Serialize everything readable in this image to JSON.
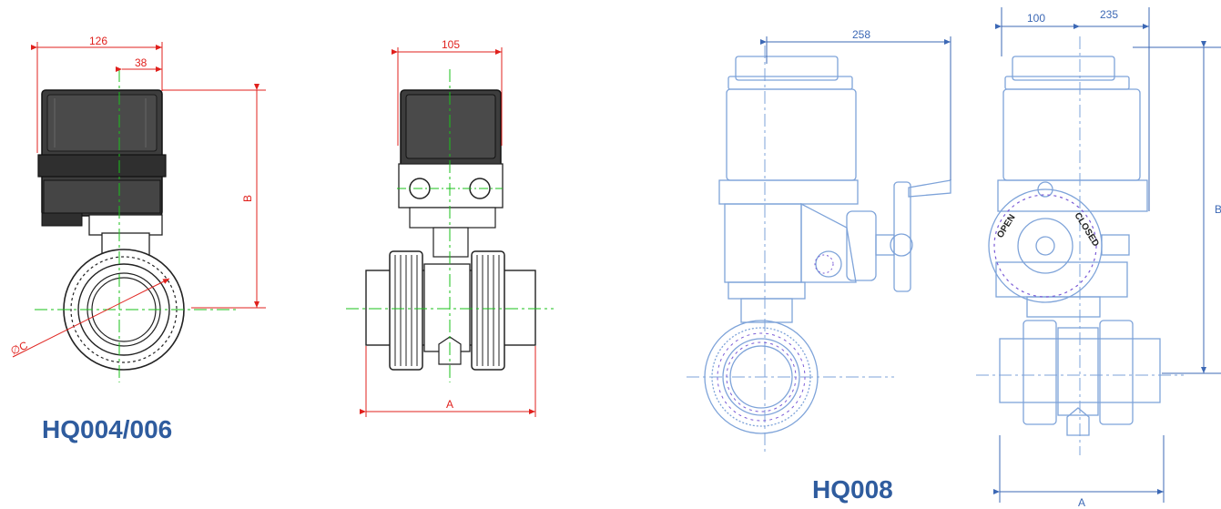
{
  "colors": {
    "dim_red": "#e0201c",
    "centerline_green": "#19c21a",
    "outline_dark": "#222222",
    "body_fill": "#3d3d3d",
    "drawing_blue": "#7ea3d9",
    "dim_blue": "#3c68b5",
    "marker_purple": "#7a5bd6",
    "title_blue": "#2f5c9e"
  },
  "left_model": {
    "title": "HQ004/006",
    "side_view": {
      "dim_width": "126",
      "dim_offset": "38",
      "dim_height": "B",
      "dim_diameter": "∅C"
    },
    "front_view": {
      "dim_width": "105",
      "dim_length": "A"
    }
  },
  "right_model": {
    "title": "HQ008",
    "side_view": {
      "dim_handwheel": "258",
      "dial_labels": [
        "OPEN",
        "CLOSED"
      ]
    },
    "front_view": {
      "dim_left": "100",
      "dim_right": "235",
      "dim_height": "B",
      "dim_length": "A"
    }
  },
  "icons": {
    "side_view": "valve-side-icon",
    "front_view": "valve-front-icon"
  }
}
